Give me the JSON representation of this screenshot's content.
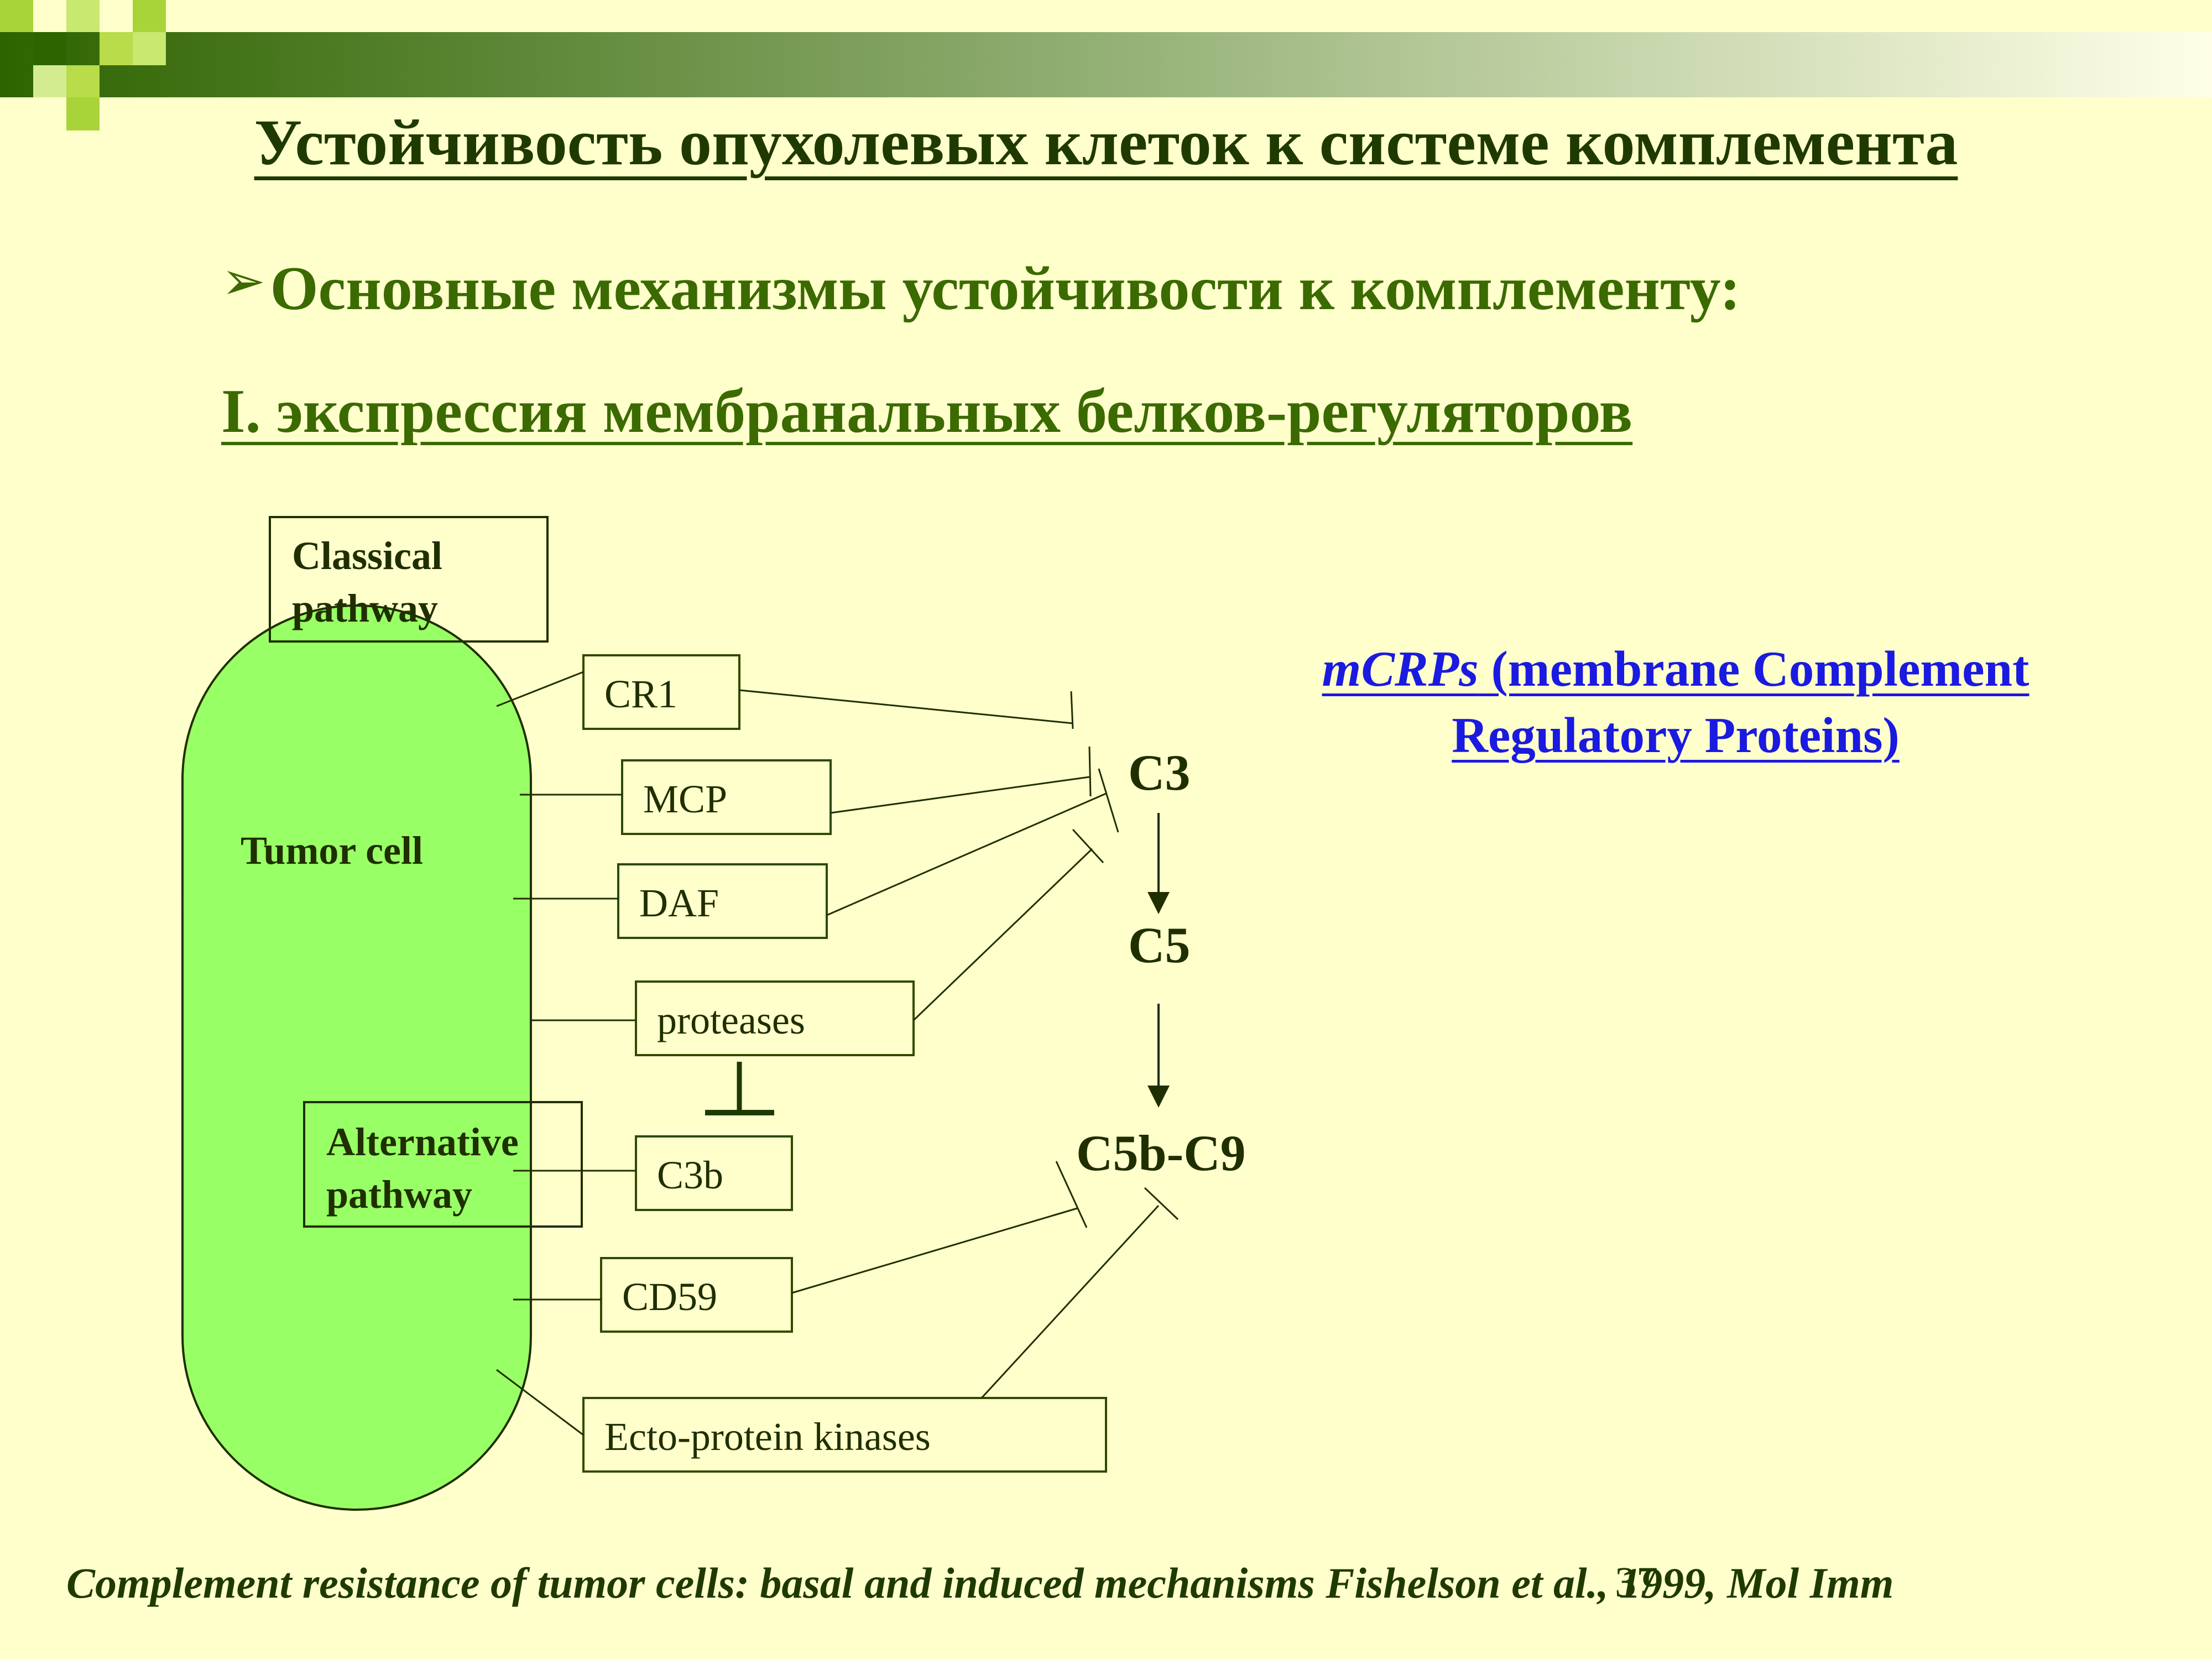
{
  "slide": {
    "title": "Устойчивость опухолевых клеток к системе комплемента",
    "bullet": "Основные механизмы устойчивости к комплементу:",
    "point": "I.  экспрессия мембранальных белков-регуляторов",
    "note": {
      "line1_em": "mCRPs",
      "line1_rest": " (membrane Complement",
      "line2": "Regulatory Proteins)"
    },
    "citation": "Complement resistance of tumor cells: basal and induced mechanisms  Fishelson et al., 1999, Mol Imm",
    "page_number": "37"
  },
  "diagram": {
    "cell_label": "Tumor cell",
    "pathways": {
      "classical": [
        "Classical",
        "pathway"
      ],
      "alternative": [
        "Alternative",
        "pathway"
      ]
    },
    "regulators": {
      "cr1": "CR1",
      "mcp": "MCP",
      "daf": "DAF",
      "proteases": "proteases",
      "c3b": "C3b",
      "cd59": "CD59",
      "ecto": "Ecto-protein kinases"
    },
    "components": {
      "c3": "C3",
      "c5": "C5",
      "c5b_c9": "C5b-C9"
    }
  },
  "colors": {
    "background": "#FFFFCC",
    "cell_fill": "#99FF66",
    "title": "#1F3A00",
    "heading": "#3A6A00",
    "link": "#1A1AE0"
  }
}
